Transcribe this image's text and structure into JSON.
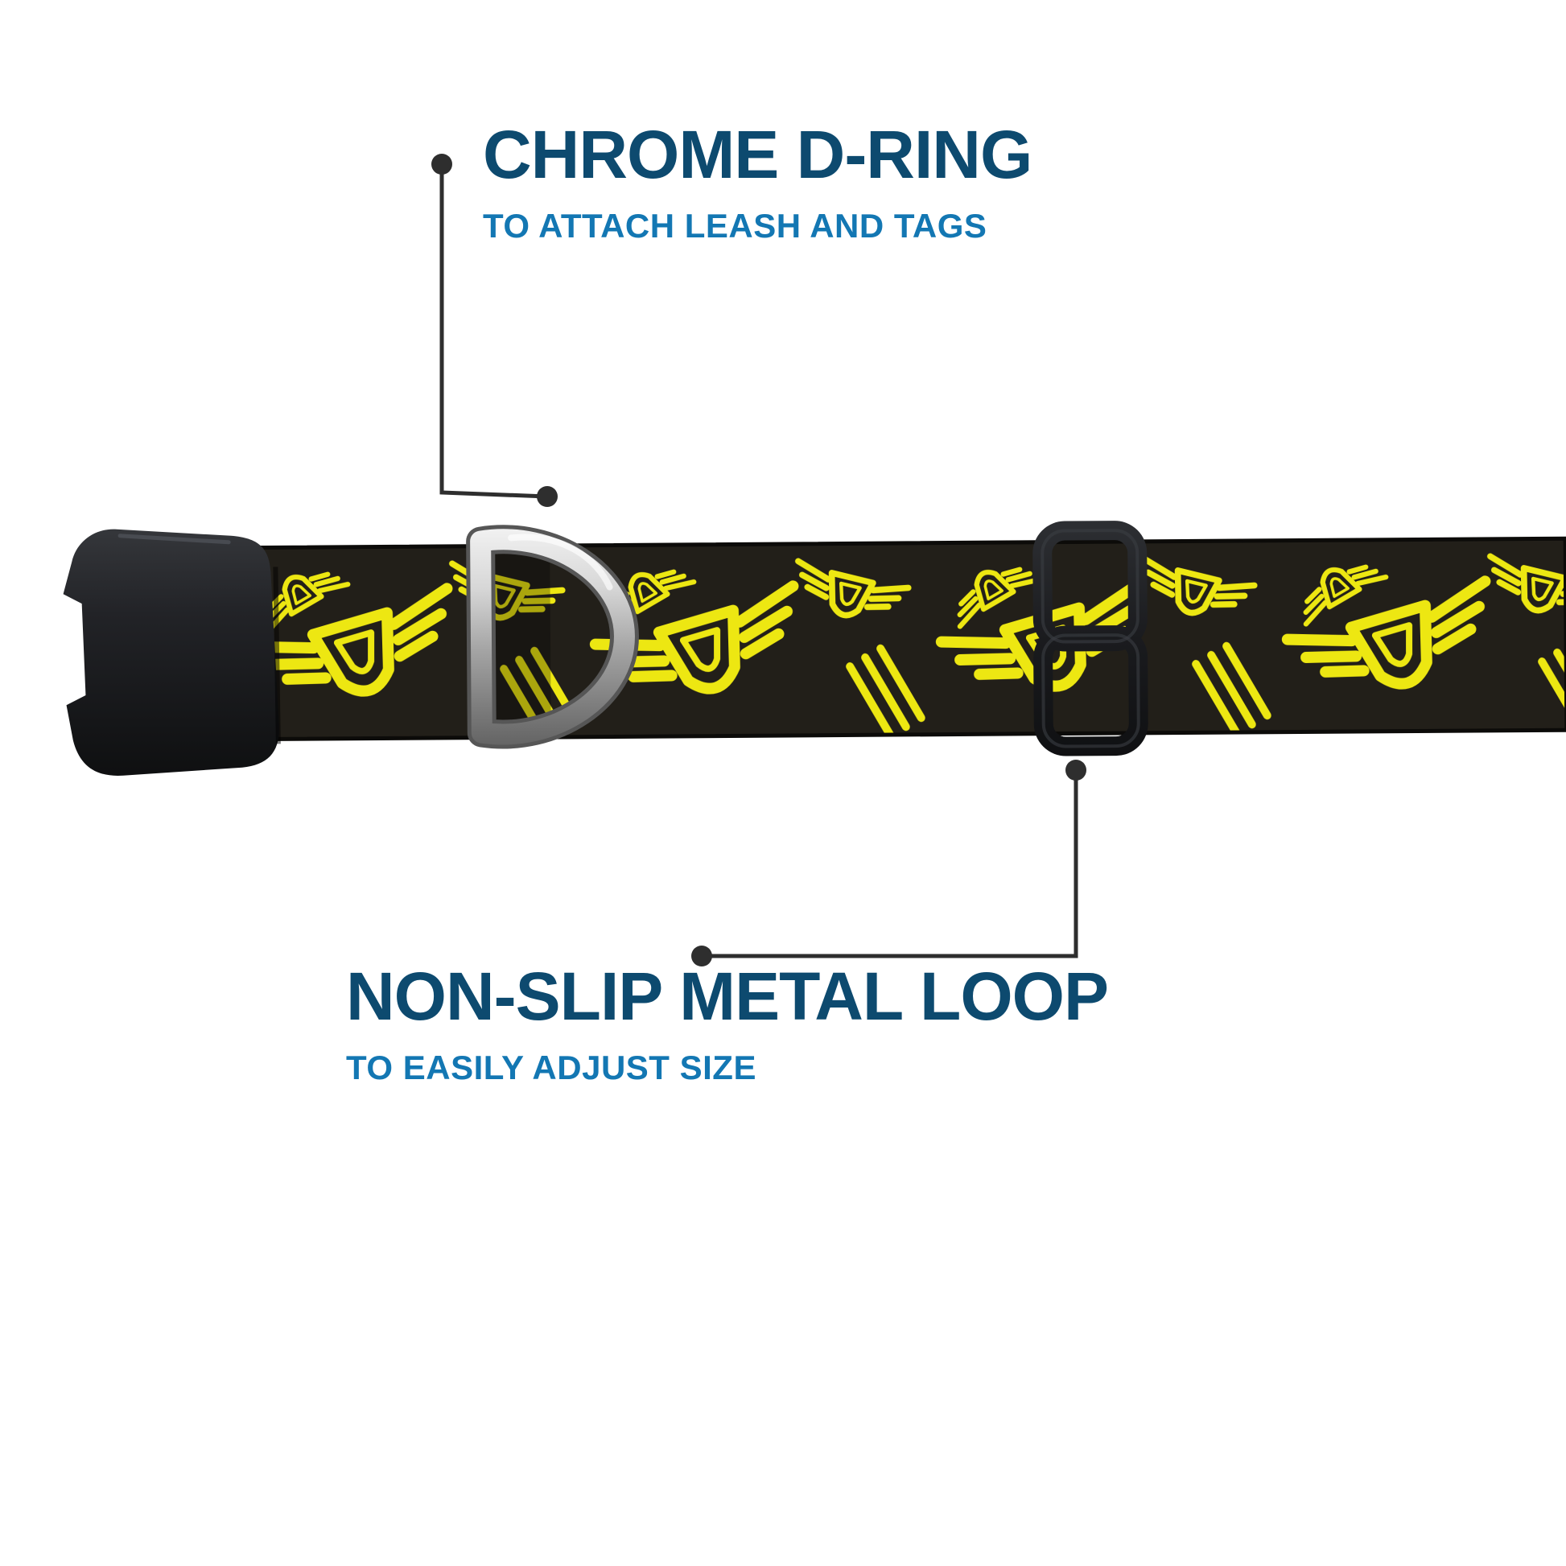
{
  "callouts": {
    "top": {
      "title": "CHROME D-RING",
      "subtitle": "TO ATTACH LEASH AND TAGS"
    },
    "bottom": {
      "title": "NON-SLIP METAL LOOP",
      "subtitle": "TO EASILY ADJUST SIZE"
    }
  },
  "colors": {
    "title_text": "#0d4a6f",
    "subtitle_text": "#1377b3",
    "callout_line": "#2e2e2e",
    "strap_black": "#221f19",
    "strap_yellow": "#ede712",
    "buckle_black": "#1a1b1d",
    "ring_chrome": "#c9c9c9",
    "background": "#ffffff"
  },
  "icons": {
    "buckle": "side-release-buckle",
    "d_ring": "chrome-d-ring",
    "slider": "metal-adjuster-loop",
    "strap": "patterned-webbing-strap"
  }
}
